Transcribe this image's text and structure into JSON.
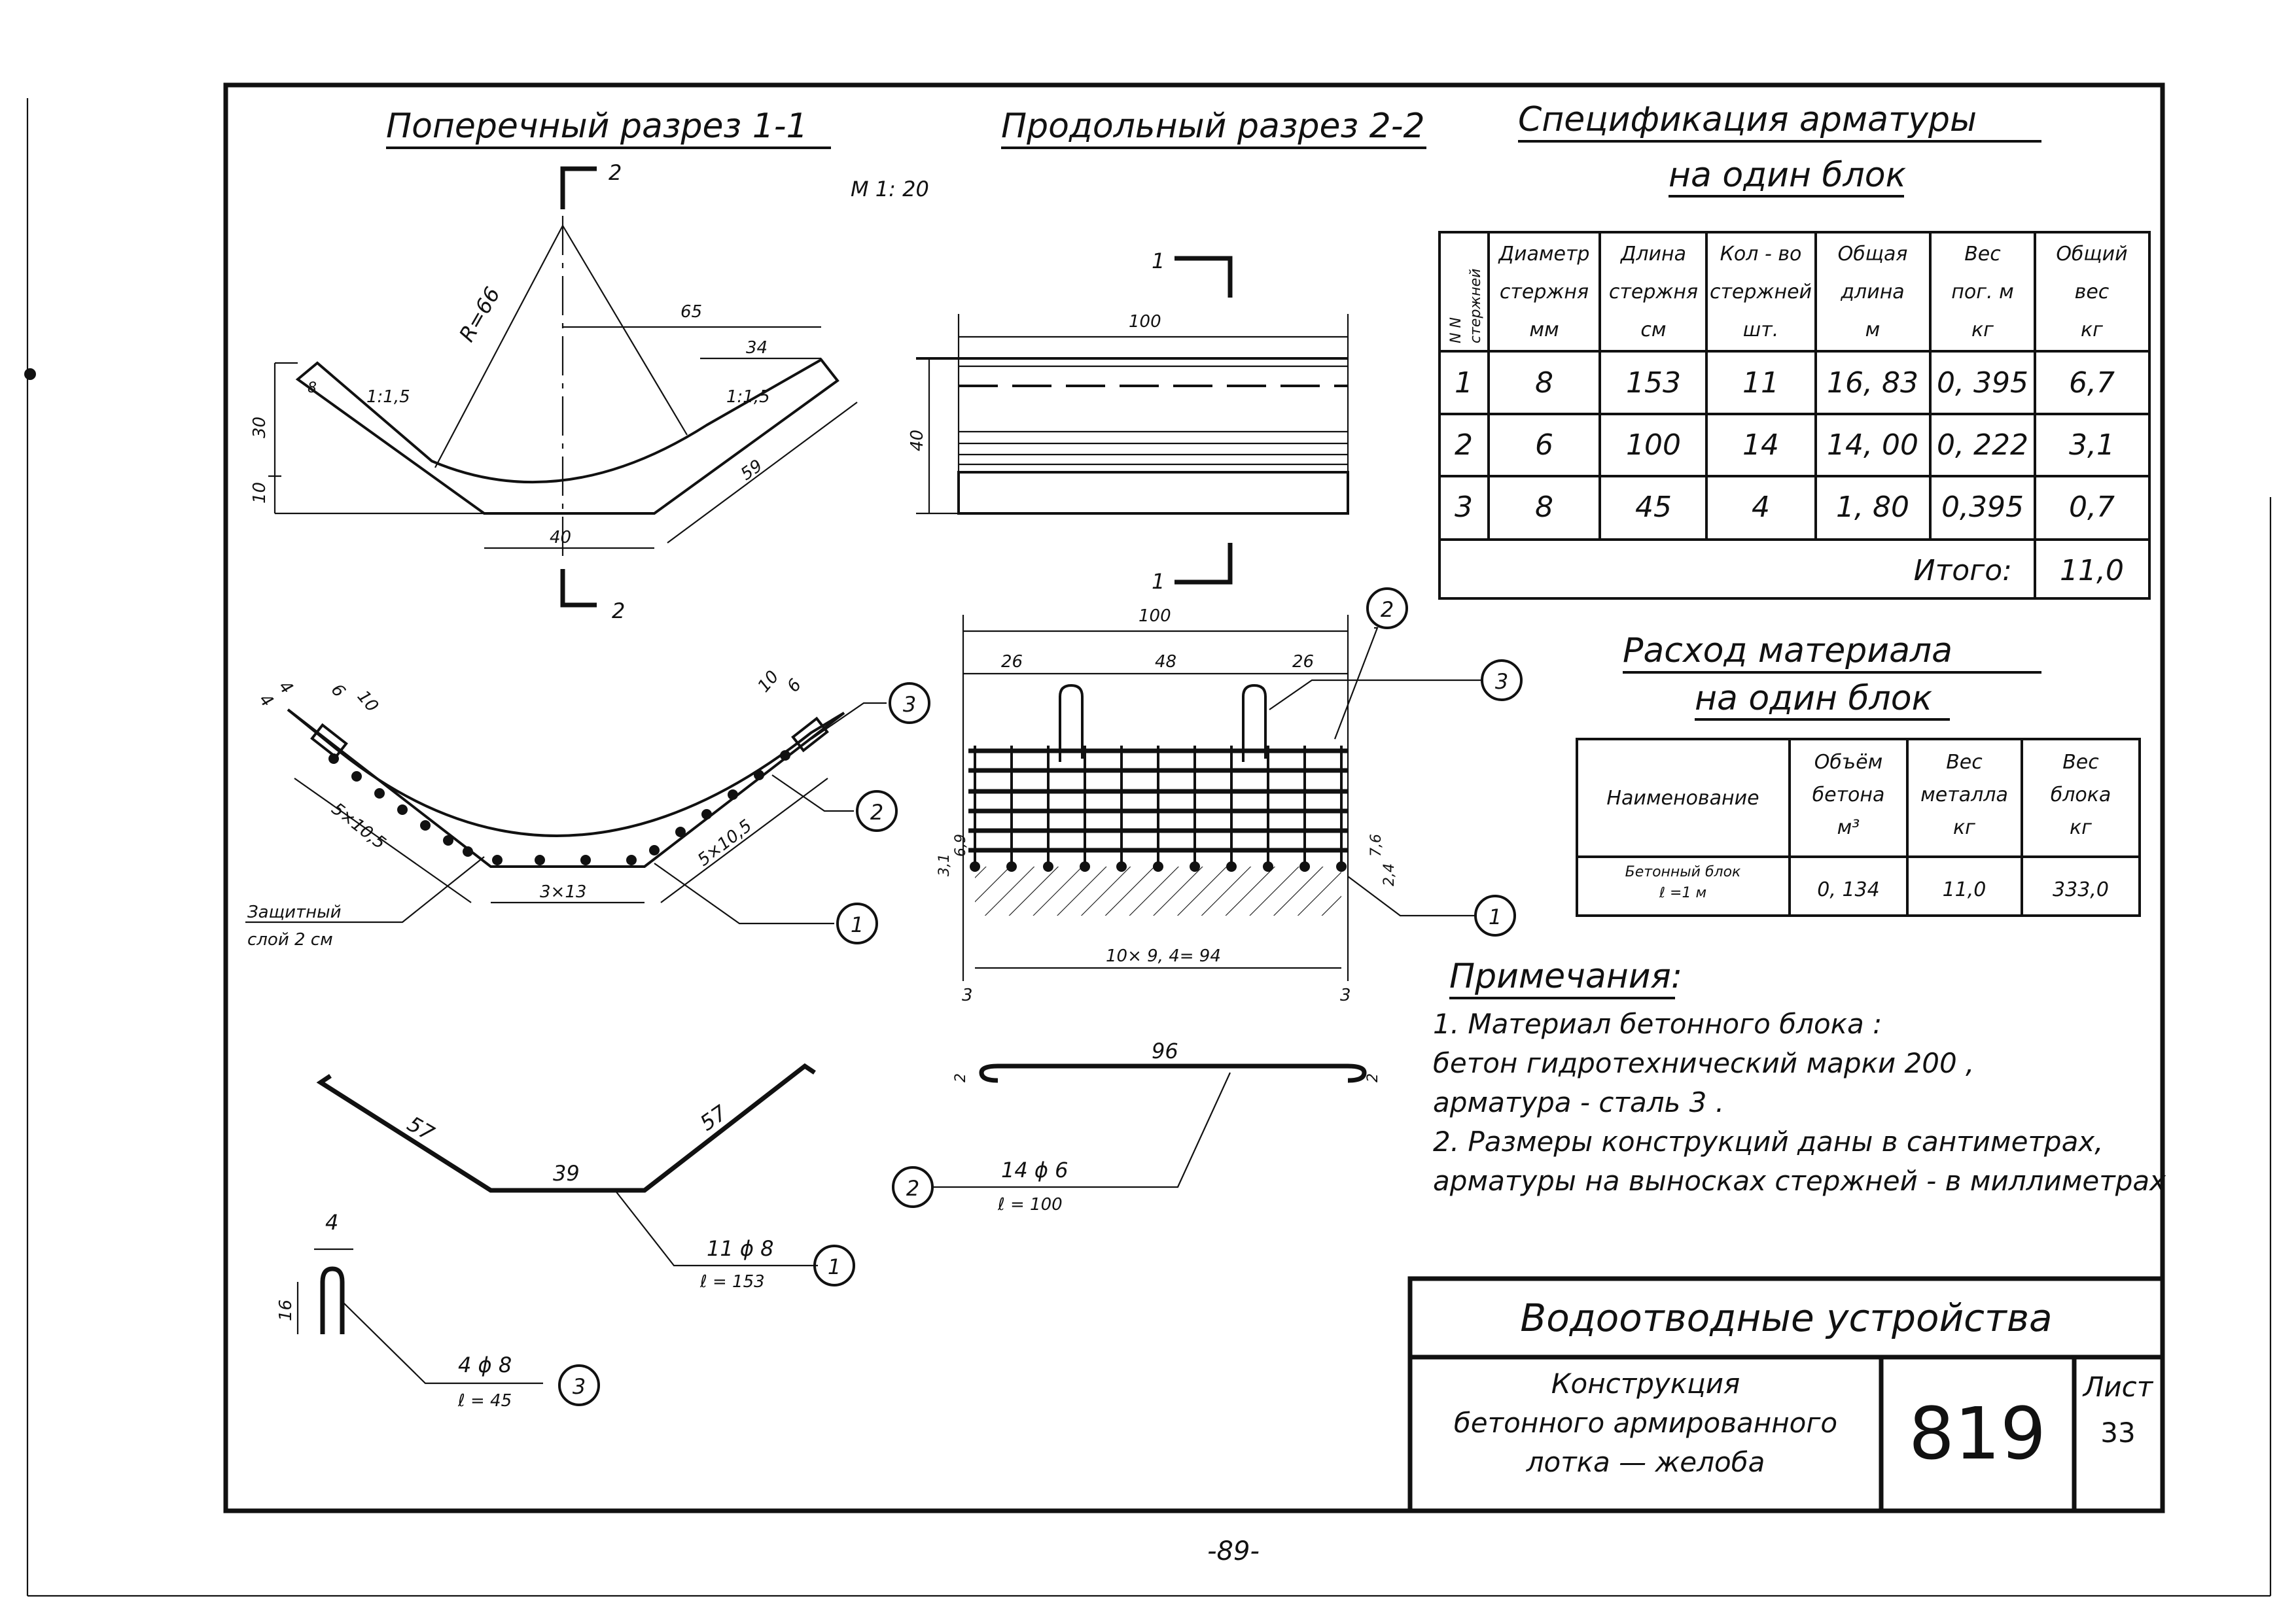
{
  "section_1": {
    "title": "Поперечный разрез 1-1",
    "scale": "М 1: 20",
    "cut_mark": "2",
    "radius": "R=66",
    "slope_left": "1:1,5",
    "slope_right": "1:1,5",
    "dims": {
      "d65": "65",
      "d34": "34",
      "d30": "30",
      "d10": "10",
      "d40": "40",
      "d59": "59",
      "d8": "8"
    }
  },
  "section_2": {
    "title": "Продольный разрез 2-2",
    "cut_mark": "1",
    "dims": {
      "d100": "100",
      "d40": "40"
    }
  },
  "spec": {
    "title_1": "Спецификация арматуры",
    "title_2": "на один блок",
    "headers": [
      [
        "N N",
        "стержней"
      ],
      [
        "Диаметр",
        "стержня",
        "мм"
      ],
      [
        "Длина",
        "стержня",
        "см"
      ],
      [
        "Кол - во",
        "стержней",
        "шт."
      ],
      [
        "Общая",
        "длина",
        "м"
      ],
      [
        "Вес",
        "пог. м",
        "кг"
      ],
      [
        "Общий",
        "вес",
        "кг"
      ]
    ],
    "rows": [
      [
        "1",
        "8",
        "153",
        "11",
        "16, 83",
        "0, 395",
        "6,7"
      ],
      [
        "2",
        "6",
        "100",
        "14",
        "14, 00",
        "0, 222",
        "3,1"
      ],
      [
        "3",
        "8",
        "45",
        "4",
        "1, 80",
        "0,395",
        "0,7"
      ]
    ],
    "total_label": "Итого:",
    "total_value": "11,0"
  },
  "material": {
    "title_1": "Расход материала",
    "title_2": "на один блок",
    "headers": [
      [
        "Наименование"
      ],
      [
        "Объём",
        "бетона",
        "м³"
      ],
      [
        "Вес",
        "металла",
        "кг"
      ],
      [
        "Вес",
        "блока",
        "кг"
      ]
    ],
    "row": {
      "name_1": "Бетонный блок",
      "name_2": "ℓ =1 м",
      "volume": "0, 134",
      "metal": "11,0",
      "block": "333,0"
    }
  },
  "reinforcement_section": {
    "dims": {
      "a": "4",
      "b": "4",
      "c": "6",
      "d": "10",
      "e": "10",
      "f": "6",
      "g": "5×10,5",
      "h": "5×10,5",
      "i": "3×13"
    },
    "cover_1": "Защитный",
    "cover_2": "слой 2 см",
    "callouts": [
      "1",
      "2",
      "3"
    ]
  },
  "mesh": {
    "dims": {
      "d100": "100",
      "d26a": "26",
      "d48": "48",
      "d26b": "26",
      "d94": "10× 9, 4= 94",
      "d3l": "3",
      "d3r": "3",
      "d31": "3,1",
      "d69": "6,9",
      "d76": "7,6",
      "d24": "2,4"
    },
    "callouts": [
      "1",
      "2",
      "3"
    ]
  },
  "bar_1": {
    "seg_left": "57",
    "seg_mid": "39",
    "seg_right": "57",
    "count": "11 ϕ 8",
    "length": "ℓ = 153",
    "num": "1"
  },
  "bar_2": {
    "seg": "96",
    "hook_l": "2",
    "hook_r": "2",
    "count": "14 ϕ 6",
    "length": "ℓ = 100",
    "num": "2"
  },
  "bar_3": {
    "width": "4",
    "height": "16",
    "count": "4 ϕ 8",
    "length": "ℓ = 45",
    "num": "3"
  },
  "notes": {
    "title": "Примечания:",
    "lines": [
      "1. Материал бетонного блока :",
      "бетон гидротехнический марки 200 ,",
      "арматура - сталь 3 .",
      "2. Размеры конструкций даны в сантиметрах,",
      "арматуры на выносках стержней - в миллиметрах"
    ]
  },
  "title_block": {
    "section": "Водоотводные устройства",
    "name_1": "Конструкция",
    "name_2": "бетонного армированного",
    "name_3": "лотка — желоба",
    "number": "819",
    "sheet_label": "Лист",
    "sheet_no": "33"
  },
  "page_number": "-89-"
}
